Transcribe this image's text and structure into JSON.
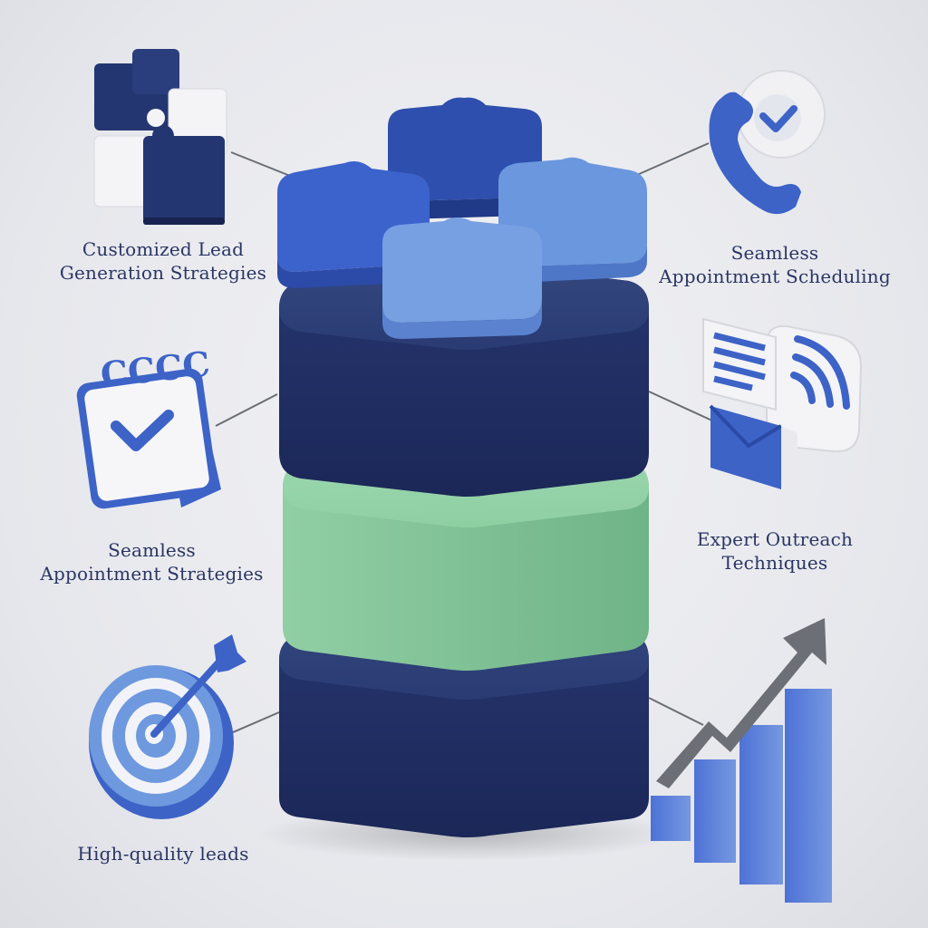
{
  "labels": {
    "customized_line1": "Customized Lead",
    "customized_line2": "Generation Strategies",
    "seamless_scheduling_line1": "Seamless",
    "seamless_scheduling_line2": "Appointment Scheduling",
    "seamless_appointment_line1": "Seamless",
    "seamless_appointment_line2": "Appointment Strategies",
    "expert_line1": "Expert Outreach",
    "expert_line2": "Techniques",
    "high_quality": "High-quality leads"
  },
  "icons": {
    "top_left": "puzzle-icon",
    "top_right": "phone-check-icon",
    "mid_left": "calendar-check-icon",
    "mid_right": "message-outreach-icon",
    "bottom_left": "target-arrow-icon",
    "bottom_right": "growth-chart-icon"
  },
  "colors": {
    "navy": "#243672",
    "blue": "#3d63c7",
    "light_blue": "#6e99de",
    "green": "#92cfa5",
    "text": "#2a3563",
    "gray": "#6a6d74"
  }
}
